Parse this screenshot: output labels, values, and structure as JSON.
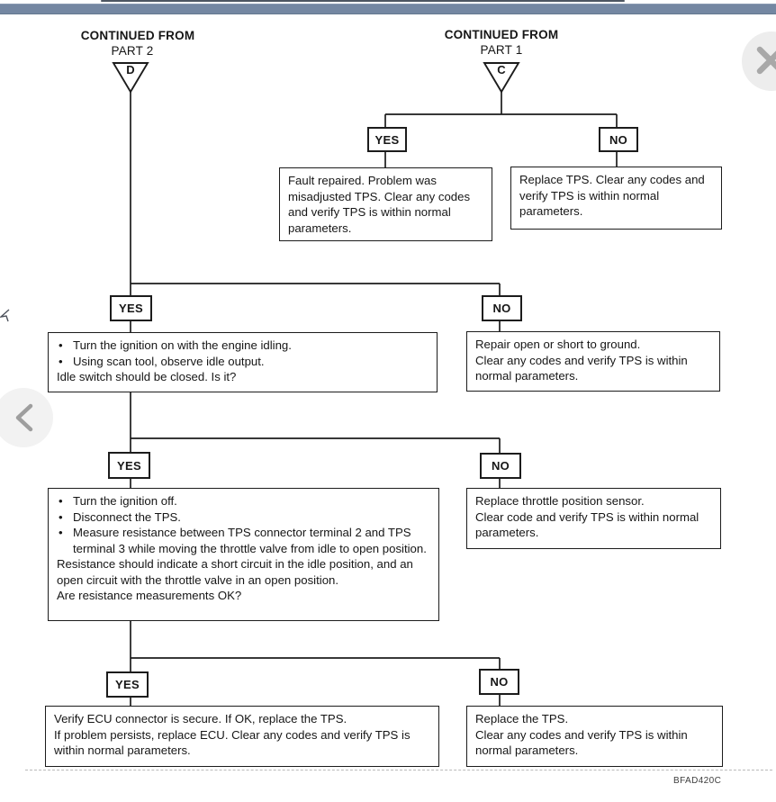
{
  "fc": {
    "bullet_char": "•",
    "yes_label": "YES",
    "no_label": "NO",
    "connectors": {
      "d": {
        "line1": "CONTINUED FROM",
        "line2": "PART 2",
        "letter": "D"
      },
      "c": {
        "line1": "CONTINUED FROM",
        "line2": "PART 1",
        "letter": "C"
      }
    },
    "c_branch": {
      "yes_text": "Fault repaired. Problem was misadjusted TPS. Clear any codes and verify TPS is within normal parameters.",
      "no_text": "Replace TPS. Clear any codes and verify TPS is within normal parameters."
    },
    "tier2": {
      "yes_bullets": [
        "Turn the ignition on with the engine idling.",
        "Using scan tool, observe idle output."
      ],
      "yes_question": "Idle switch should be closed. Is it?",
      "no_lines": [
        "Repair open or short to ground.",
        "Clear any codes and verify TPS is within normal parameters."
      ]
    },
    "tier3": {
      "yes_bullets": [
        "Turn the ignition off.",
        "Disconnect the TPS.",
        "Measure resistance between TPS connector terminal 2 and TPS terminal 3 while moving the throttle valve from idle to open position."
      ],
      "yes_para1": "Resistance should indicate a short circuit in the idle position, and an open circuit with the throttle valve in an open position.",
      "yes_para2": "Are resistance measurements OK?",
      "no_lines": [
        "Replace throttle position sensor.",
        "Clear code and verify TPS is within normal parameters."
      ]
    },
    "tier4": {
      "yes_para1": "Verify ECU connector is secure. If OK, replace the TPS.",
      "yes_para2": "If problem persists, replace ECU. Clear any codes and verify TPS is within normal parameters.",
      "no_lines": [
        "Replace the TPS.",
        "Clear any codes and verify TPS is within normal parameters."
      ]
    },
    "figure_code": "BFAD420C"
  }
}
